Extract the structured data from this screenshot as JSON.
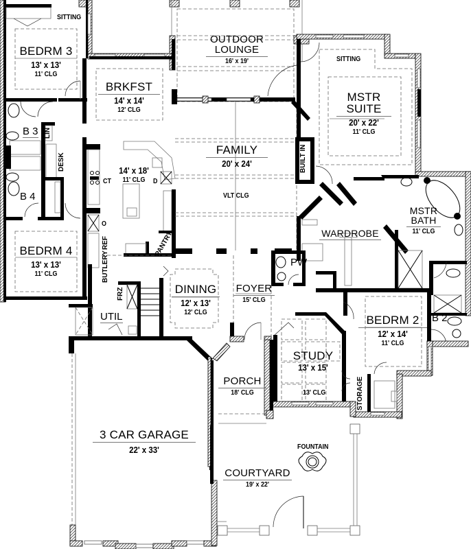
{
  "plan": {
    "rooms": {
      "outdoor_lounge": {
        "name_line1": "OUTDOOR",
        "name_line2": "LOUNGE",
        "dims": "16' x 19'"
      },
      "bedrm3": {
        "name": "BEDRM 3",
        "dims": "13' x 13'",
        "clg": "11' CLG",
        "sitting": "SITTING"
      },
      "brkfst": {
        "name": "BRKFST",
        "dims": "14' x 14'",
        "clg": "12' CLG"
      },
      "mstr_suite": {
        "name_line1": "MSTR",
        "name_line2": "SUITE",
        "dims": "20' x 22'",
        "clg": "11' CLG",
        "sitting": "SITTING"
      },
      "kitchen": {
        "dims": "14' x 18'",
        "clg": "11' CLG"
      },
      "family": {
        "name": "FAMILY",
        "dims": "20' x 24'",
        "clg": "VLT CLG"
      },
      "b3": {
        "name": "B 3"
      },
      "b4": {
        "name": "B 4"
      },
      "bedrm4": {
        "name": "BEDRM 4",
        "dims": "13' x 13'",
        "clg": "11' CLG"
      },
      "mstr_bath": {
        "name_line1": "MSTR",
        "name_line2": "BATH",
        "clg": "11' CLG"
      },
      "wardrobe": {
        "name": "WARDROBE"
      },
      "pw": {
        "name": "PW"
      },
      "dining": {
        "name": "DINING",
        "dims": "12' x 13'",
        "clg": "12' CLG"
      },
      "foyer": {
        "name": "FOYER",
        "clg": "15' CLG"
      },
      "util": {
        "name": "UTIL"
      },
      "bedrm2": {
        "name": "BEDRM 2",
        "dims": "12' x 14'",
        "clg": "11' CLG"
      },
      "b2": {
        "name": "B 2"
      },
      "study": {
        "name": "STUDY",
        "dims": "13' x 15'",
        "clg": "13' CLG"
      },
      "porch": {
        "name": "PORCH",
        "clg": "18' CLG"
      },
      "garage": {
        "name": "3 CAR GARAGE",
        "dims": "22' x 33'"
      },
      "courtyard": {
        "name": "COURTYARD",
        "dims": "19' x 22'",
        "feature": "FOUNTAIN"
      }
    },
    "fixtures": {
      "lin": "LIN",
      "desk": "DESK",
      "ct": "CT",
      "d": "D",
      "o": "O",
      "ref": "REF",
      "pantry": "PANTRY",
      "butlery": "BUTLERY",
      "frz": "FRZ",
      "built_in": "BUILT IN",
      "storage": "STORAGE"
    },
    "colors": {
      "wall": "#000000",
      "line": "#666666",
      "background": "#ffffff"
    }
  }
}
